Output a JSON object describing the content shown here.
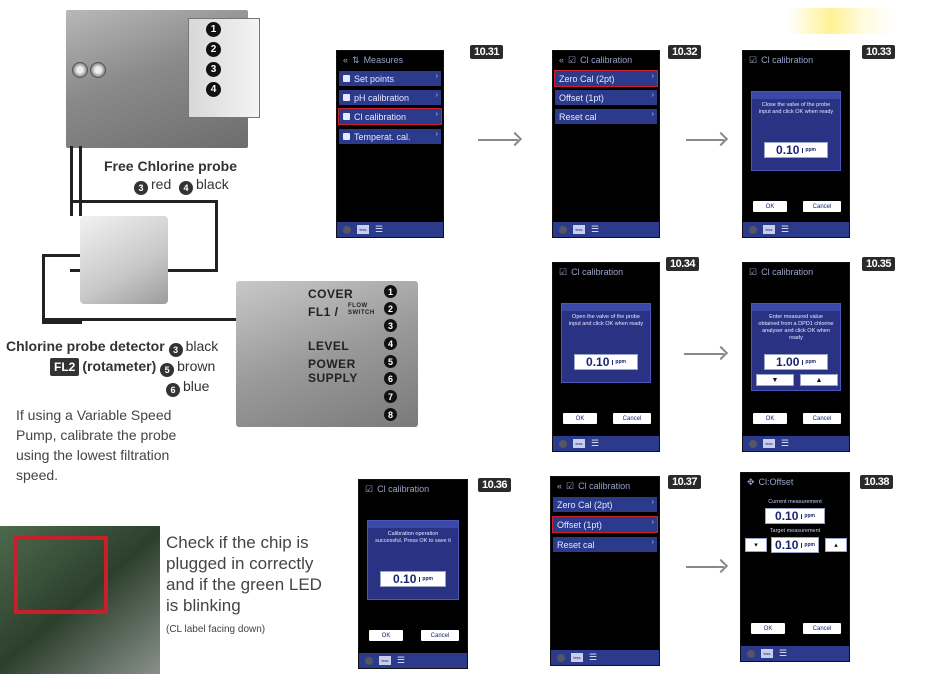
{
  "left": {
    "terminal_numbers": [
      "1",
      "2",
      "3",
      "4"
    ],
    "free_chlorine": {
      "title": "Free Chlorine probe",
      "wires": [
        {
          "num": "3",
          "color": "red"
        },
        {
          "num": "4",
          "color": "black"
        }
      ]
    },
    "detector": {
      "title": "Chlorine probe detector",
      "badge": "FL2",
      "sub": "(rotameter)",
      "wires": [
        {
          "num": "3",
          "color": "black"
        },
        {
          "num": "5",
          "color": "brown"
        },
        {
          "num": "6",
          "color": "blue"
        }
      ]
    },
    "board_labels": [
      "COVER",
      "FL1 /",
      "FLOW SWITCH",
      "LEVEL",
      "POWER",
      "SUPPLY"
    ],
    "board_numbers": [
      "1",
      "2",
      "3",
      "4",
      "5",
      "6",
      "7",
      "8"
    ],
    "vsp_note": [
      "If using a Variable Speed",
      "Pump, calibrate the probe",
      "using the lowest filtration",
      "speed."
    ],
    "chip_note": [
      "Check if the chip is",
      "plugged in correctly",
      "and if the green LED",
      "is blinking"
    ],
    "chip_sub": "(CL label facing down)"
  },
  "steps": {
    "s1031": {
      "badge": "10.31",
      "title": "Measures",
      "items": [
        "Set points",
        "pH calibration",
        "Cl calibration",
        "Temperat. cal."
      ]
    },
    "s1032": {
      "badge": "10.32",
      "title": "Cl calibration",
      "items": [
        "Zero Cal (2pt)",
        "Offset (1pt)",
        "Reset cal"
      ]
    },
    "s1033": {
      "badge": "10.33",
      "title": "Cl calibration",
      "message": "Close the valve of the probe input and click OK when ready",
      "value": "0.10",
      "ok": "OK",
      "cancel": "Cancel"
    },
    "s1034": {
      "badge": "10.34",
      "title": "Cl calibration",
      "message": "Open the valve of the probe input and click OK when ready",
      "value": "0.10",
      "ok": "OK",
      "cancel": "Cancel"
    },
    "s1035": {
      "badge": "10.35",
      "title": "Cl calibration",
      "message": "Enter measured value obtained from a DPD1 chlorine analyser and click OK when ready",
      "value": "1.00",
      "ok": "OK",
      "cancel": "Cancel"
    },
    "s1036": {
      "badge": "10.36",
      "title": "Cl calibration",
      "message": "Calibration operation successful. Press OK to save it",
      "value": "0.10",
      "ok": "OK",
      "cancel": "Cancel"
    },
    "s1037": {
      "badge": "10.37",
      "title": "Cl calibration",
      "items": [
        "Zero Cal (2pt)",
        "Offset (1pt)",
        "Reset cal"
      ]
    },
    "s1038": {
      "badge": "10.38",
      "title": "Cl:Offset",
      "current_label": "Current measurement",
      "current_value": "0.10",
      "target_label": "Target measurement",
      "target_value": "0.10",
      "ok": "OK",
      "cancel": "Cancel"
    }
  },
  "unit": "ppm",
  "bottom_box": "less"
}
